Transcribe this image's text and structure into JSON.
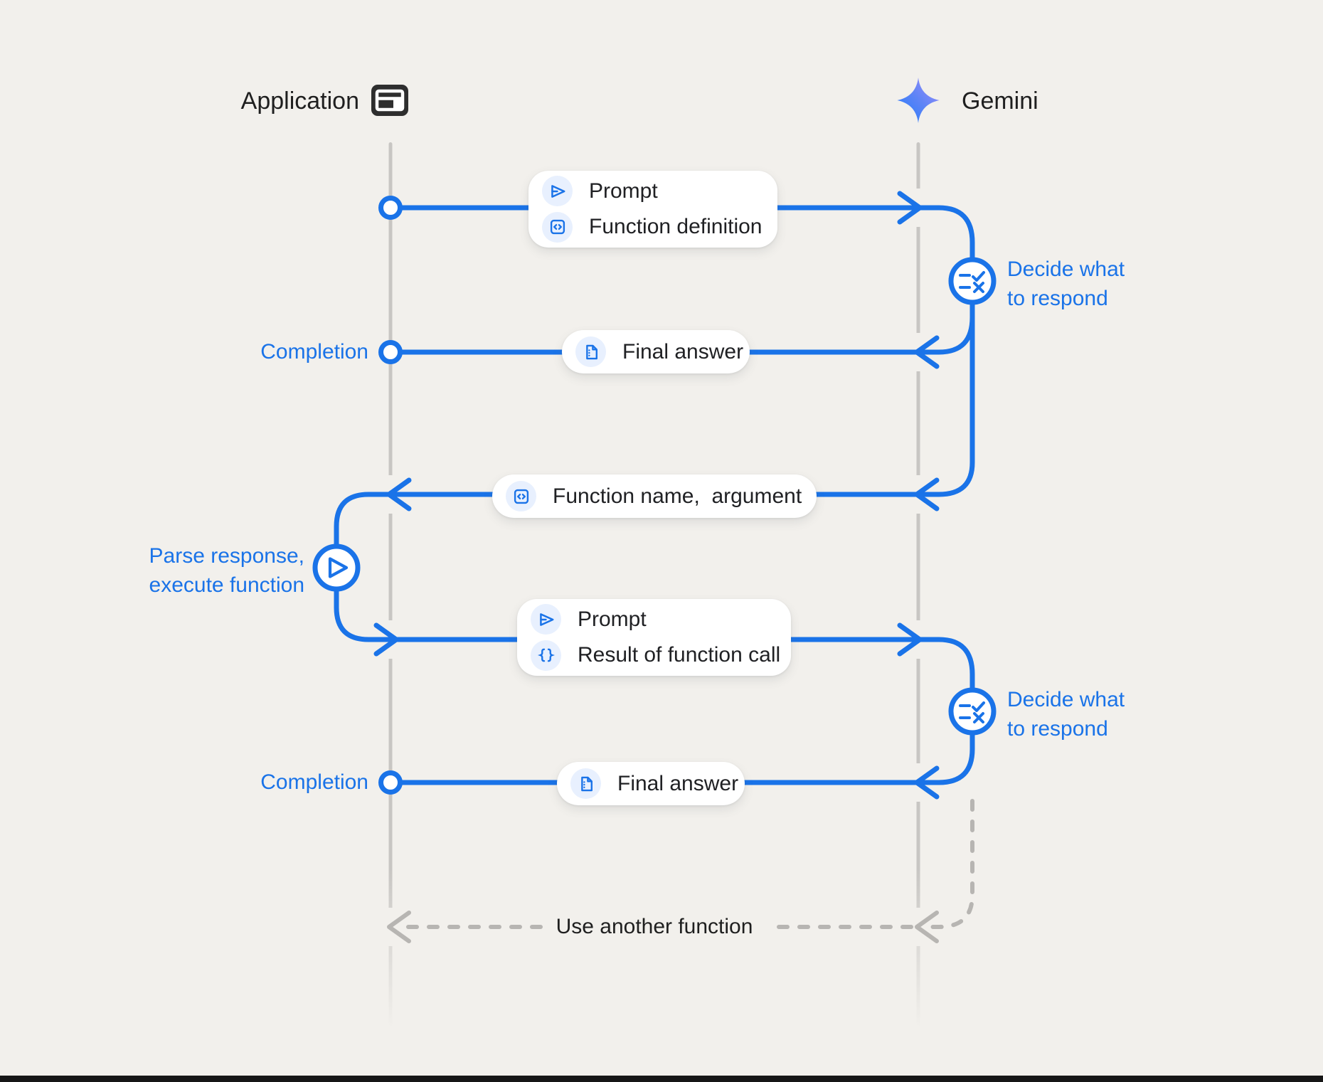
{
  "header": {
    "application_label": "Application",
    "application_icon": "app-window-icon",
    "gemini_label": "Gemini",
    "gemini_icon": "gemini-star-icon"
  },
  "cards": {
    "prompt_function_definition": {
      "rows": [
        {
          "icon": "send-icon",
          "label": "Prompt"
        },
        {
          "icon": "code-box-icon",
          "label": "Function definition"
        }
      ]
    },
    "final_answer_1": {
      "rows": [
        {
          "icon": "document-icon",
          "label": "Final answer"
        }
      ]
    },
    "function_name_argument": {
      "rows": [
        {
          "icon": "code-box-icon",
          "label": "Function name,  argument"
        }
      ]
    },
    "prompt_result_of_function_call": {
      "rows": [
        {
          "icon": "send-icon",
          "label": "Prompt"
        },
        {
          "icon": "braces-icon",
          "label": "Result of function call"
        }
      ]
    },
    "final_answer_2": {
      "rows": [
        {
          "icon": "document-icon",
          "label": "Final answer"
        }
      ]
    }
  },
  "annotations": {
    "decide_1": {
      "icon": "rule-icon",
      "line1": "Decide what",
      "line2": "to respond"
    },
    "decide_2": {
      "icon": "rule-icon",
      "line1": "Decide what",
      "line2": "to respond"
    },
    "parse": {
      "icon": "play-icon",
      "line1": "Parse response,",
      "line2": "execute function"
    },
    "completion_1": "Completion",
    "completion_2": "Completion",
    "use_another_function": "Use another function"
  },
  "colors": {
    "background": "#f2f0ec",
    "accent_blue": "#1a73e8",
    "text_dark": "#202124",
    "card_background": "#ffffff",
    "icon_chip_background": "#e8f0fe",
    "lifeline_gray": "#c8c6c3",
    "dashed_gray": "#b7b5b2",
    "app_icon_dark": "#2e2e2e",
    "gemini_gradient_start": "#217bfa",
    "gemini_gradient_end": "#a38ffb",
    "bottom_bar": "#161616"
  }
}
